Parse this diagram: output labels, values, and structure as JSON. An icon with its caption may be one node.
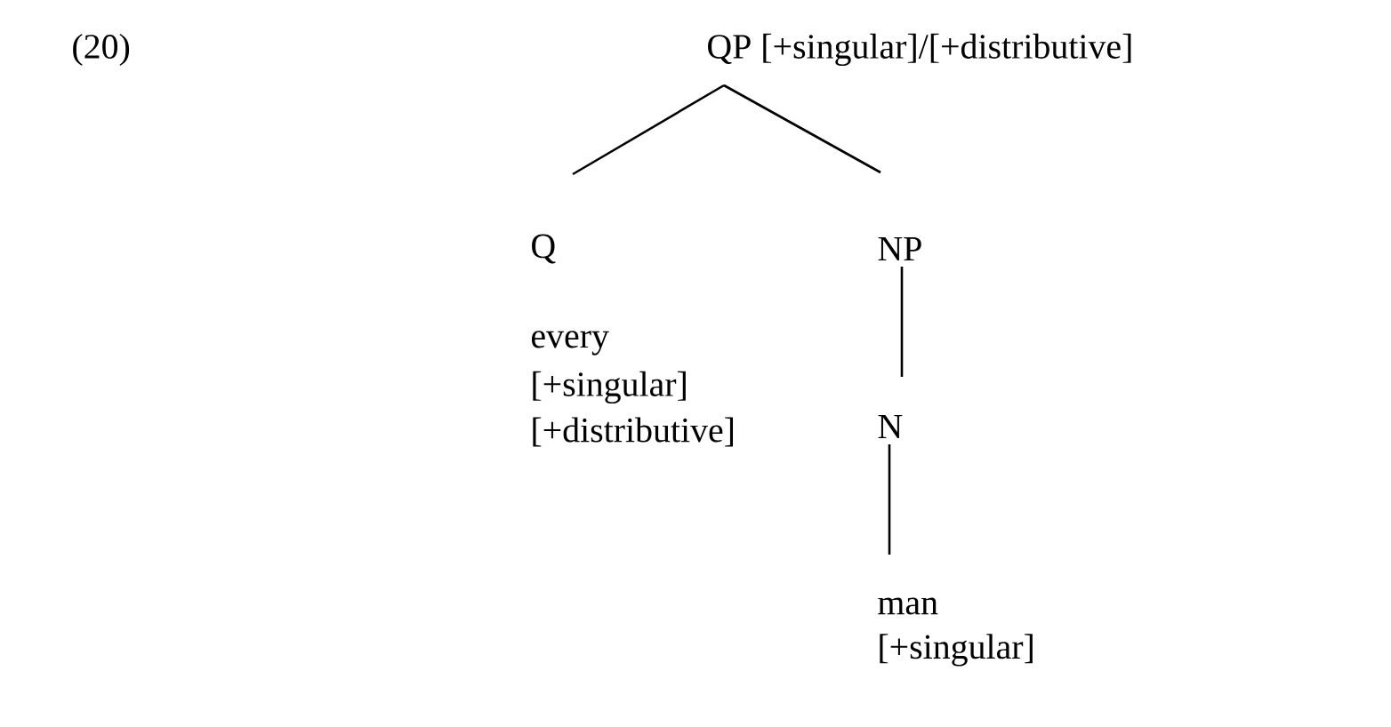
{
  "diagram": {
    "nodes": [
      {
        "text": [
          "QP [+singular]/[+distributive]"
        ]
      },
      {
        "text": [
          "Q"
        ],
        "beside": [
          "every",
          "[+singular]",
          "[+distributive]"
        ]
      },
      {
        "text": [
          "NP"
        ]
      },
      {
        "text": [
          "N"
        ]
      },
      {
        "text": [
          "man",
          "[+singular]"
        ]
      }
    ],
    "edges": [
      {
        "from": 0,
        "to": 1,
        "arrow": "none"
      },
      {
        "from": 0,
        "to": 2,
        "arrow": "none"
      },
      {
        "from": 2,
        "to": 3,
        "arrow": "none"
      },
      {
        "from": 3,
        "to": 4,
        "arrow": "none"
      }
    ],
    "labels": [
      "(20)"
    ]
  }
}
